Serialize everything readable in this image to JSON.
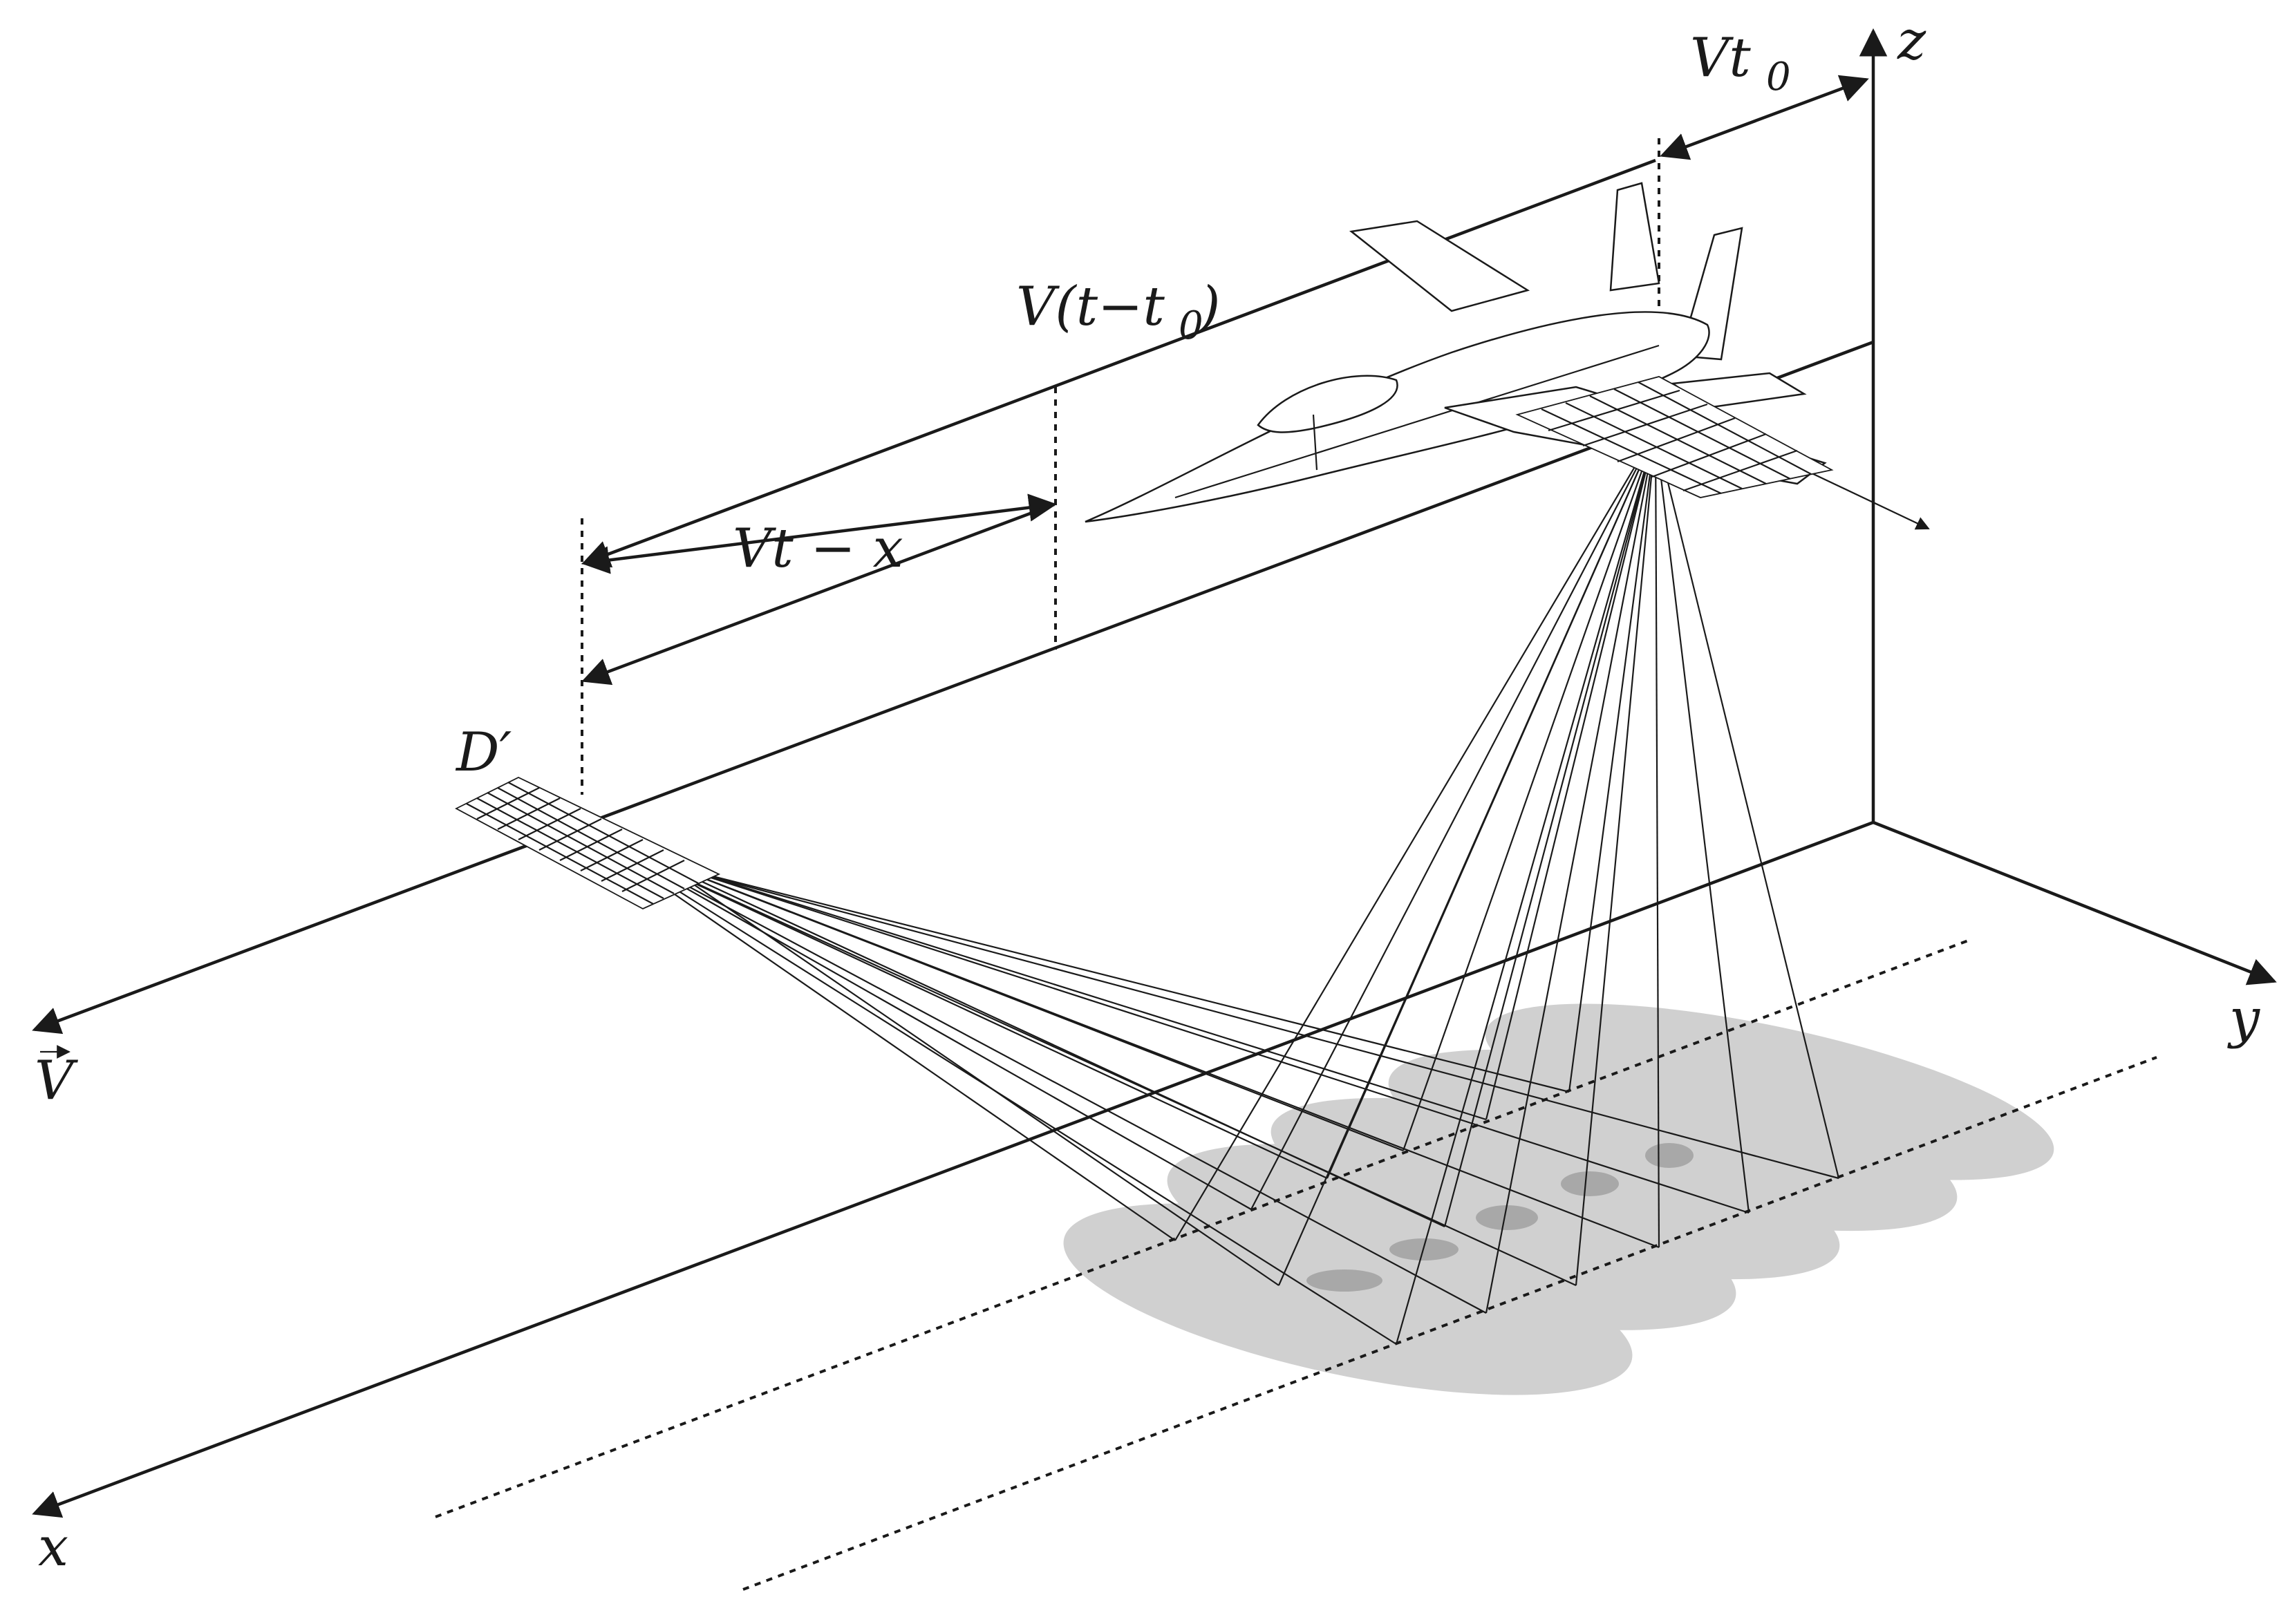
{
  "labels": {
    "z_axis": "z",
    "y_axis": "y",
    "x_axis": "x",
    "velocity_v": "V",
    "vt0_main": "Vt",
    "vt0_sub": "0",
    "v_t_minus_t0": "V(t−t",
    "v_t_minus_t0_sub": "0",
    "v_t_minus_t0_close": ")",
    "vt_minus_x": "Vt − x",
    "d_prime": "D′"
  },
  "icons": {
    "aircraft": "jet-aircraft-icon",
    "antenna_array": "antenna-grid-icon"
  },
  "colors": {
    "ink": "#1a1a1a",
    "footprint": "#d0d0d0",
    "footprint_dark": "#a8a8a8"
  }
}
